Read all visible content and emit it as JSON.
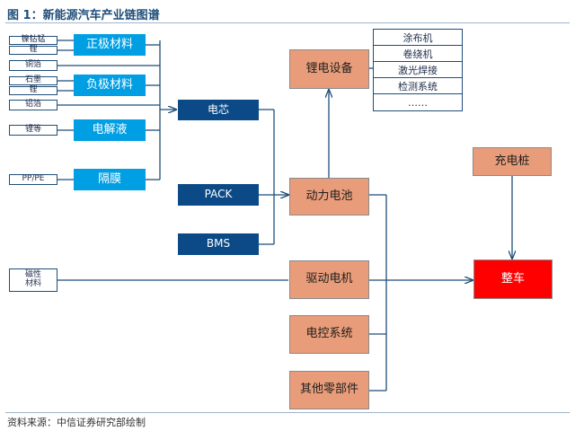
{
  "title": "图 1：新能源汽车产业链图谱",
  "source": "资料来源：中信证券研究部绘制",
  "raw_materials": {
    "nickel_cobalt_manganese": "镍钴锰",
    "lithium_1": "锂",
    "copper_foil": "铜箔",
    "graphite": "石墨",
    "lithium_2": "锂",
    "aluminum_foil": "铝箔",
    "lithium_etc": "锂等",
    "pp_pe": "PP/PE",
    "magnetic_line1": "磁性",
    "magnetic_line2": "材料"
  },
  "materials": {
    "cathode": "正极材料",
    "anode": "负极材料",
    "electrolyte": "电解液",
    "separator": "隔膜"
  },
  "components": {
    "cell": "电芯",
    "pack": "PACK",
    "bms": "BMS"
  },
  "systems": {
    "equipment": "锂电设备",
    "power_battery": "动力电池",
    "drive_motor": "驱动电机",
    "control_system": "电控系统",
    "other_parts": "其他零部件"
  },
  "equipment_list": [
    "涂布机",
    "卷绕机",
    "激光焊接",
    "检测系统",
    "……"
  ],
  "charging_pile": "充电桩",
  "vehicle": "整车"
}
